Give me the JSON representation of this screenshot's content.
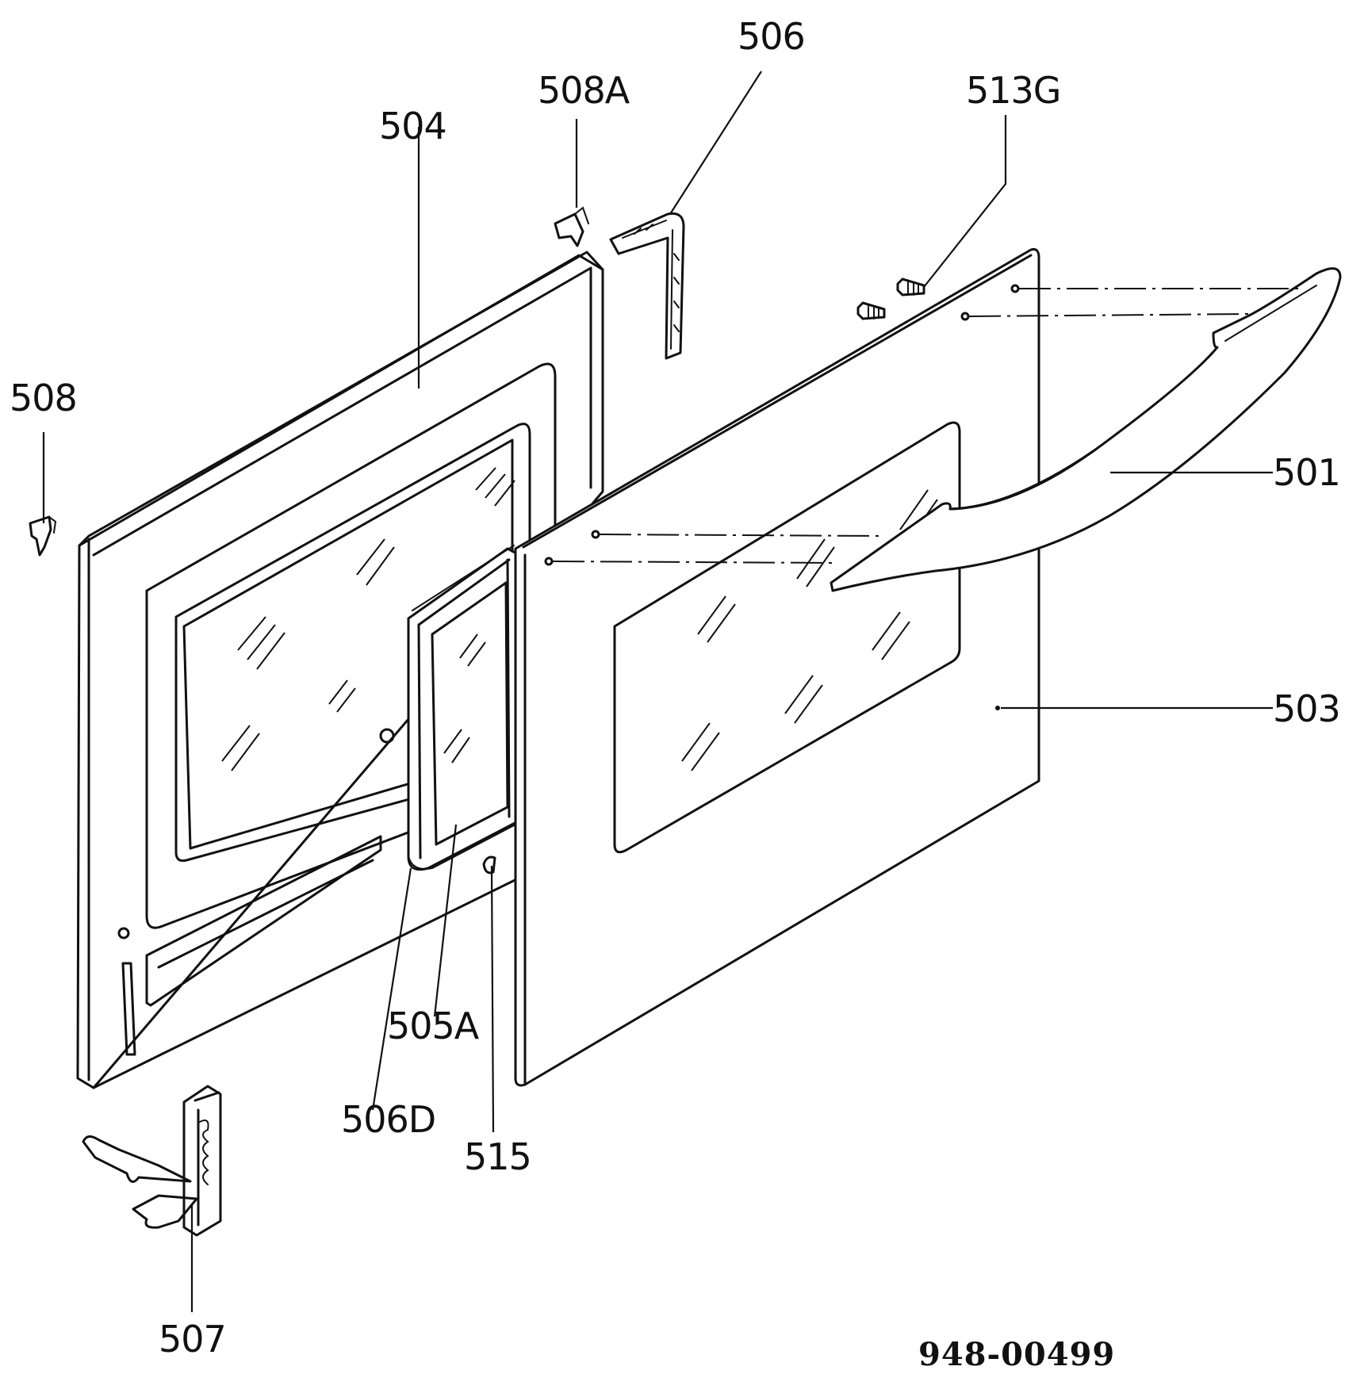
{
  "drawing_code": "948-00499",
  "parts": [
    {
      "id": "p501",
      "label": "501"
    },
    {
      "id": "p503",
      "label": "503"
    },
    {
      "id": "p504",
      "label": "504"
    },
    {
      "id": "p505A",
      "label": "505A"
    },
    {
      "id": "p506",
      "label": "506"
    },
    {
      "id": "p506D",
      "label": "506D"
    },
    {
      "id": "p507",
      "label": "507"
    },
    {
      "id": "p508",
      "label": "508"
    },
    {
      "id": "p508A",
      "label": "508A"
    },
    {
      "id": "p513G",
      "label": "513G"
    },
    {
      "id": "p515",
      "label": "515"
    }
  ]
}
